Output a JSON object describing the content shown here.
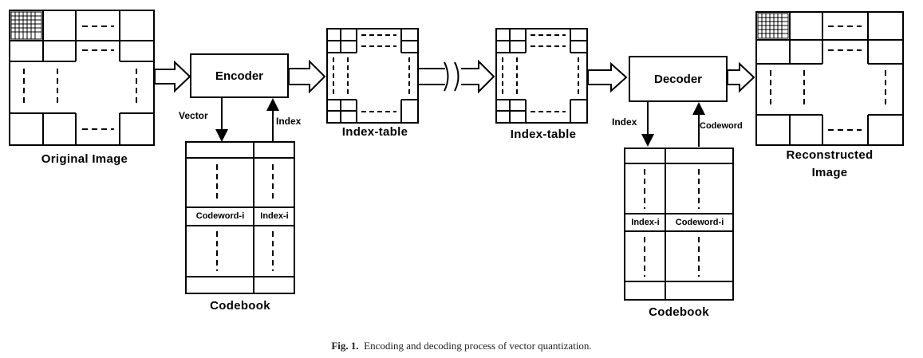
{
  "diagram": {
    "original_image_label": "Original Image",
    "encoder_label": "Encoder",
    "vector_label": "Vector",
    "index_label_encoder": "Index",
    "index_table_label_1": "Index-table",
    "index_table_label_2": "Index-table",
    "decoder_label": "Decoder",
    "index_label_decoder": "Index",
    "codeword_label": "Codeword",
    "reconstructed_label_line1": "Reconstructed",
    "reconstructed_label_line2": "Image",
    "codebook_label_1": "Codebook",
    "codebook_label_2": "Codebook",
    "codebook1_codeword_cell": "Codeword-i",
    "codebook1_index_cell": "Index-i",
    "codebook2_index_cell": "Index-i",
    "codebook2_codeword_cell": "Codeword-i"
  },
  "caption": {
    "prefix": "Fig. 1.",
    "text": "Encoding and decoding process of vector quantization."
  }
}
